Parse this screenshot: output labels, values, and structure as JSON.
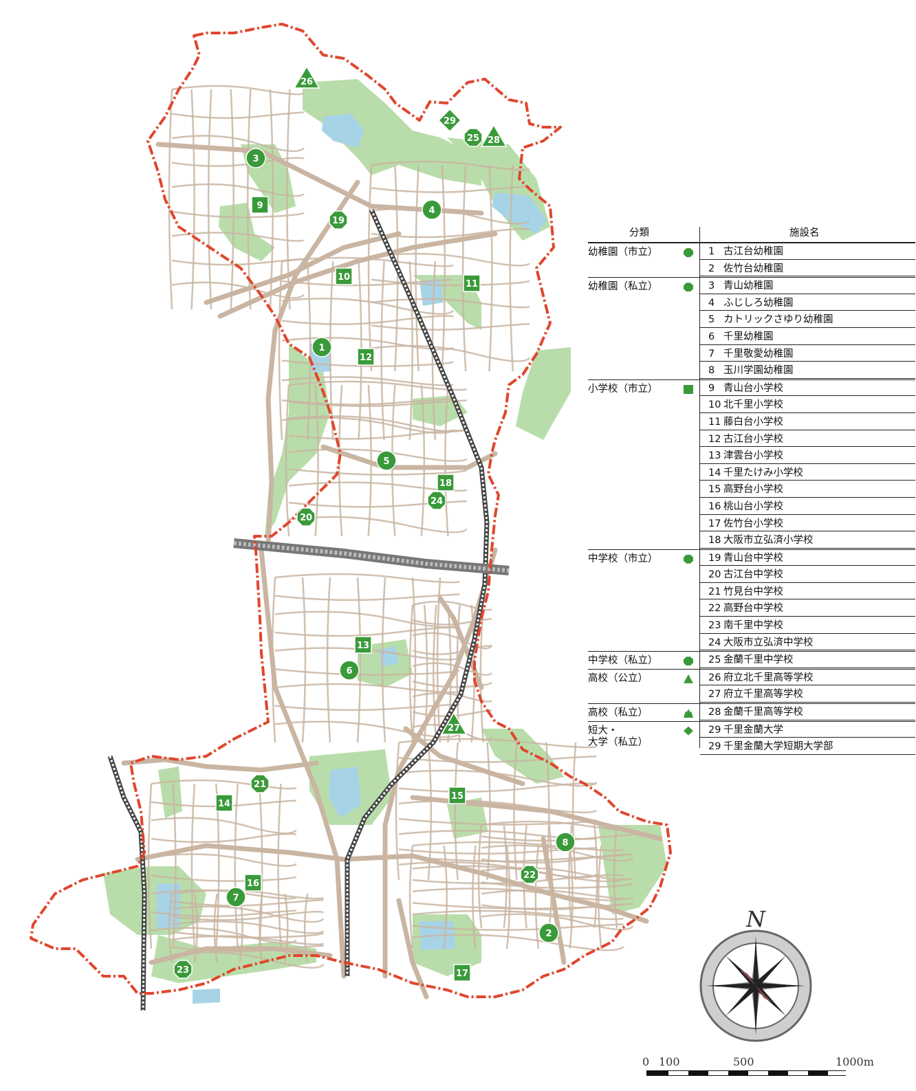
{
  "map": {
    "markers": [
      {
        "num": "1",
        "shape": "circle"
      },
      {
        "num": "2",
        "shape": "circle"
      },
      {
        "num": "3",
        "shape": "circle"
      },
      {
        "num": "4",
        "shape": "circle"
      },
      {
        "num": "5",
        "shape": "circle"
      },
      {
        "num": "6",
        "shape": "circle"
      },
      {
        "num": "7",
        "shape": "circle"
      },
      {
        "num": "8",
        "shape": "circle"
      },
      {
        "num": "9",
        "shape": "square"
      },
      {
        "num": "10",
        "shape": "square"
      },
      {
        "num": "11",
        "shape": "square"
      },
      {
        "num": "12",
        "shape": "square"
      },
      {
        "num": "13",
        "shape": "square"
      },
      {
        "num": "14",
        "shape": "square"
      },
      {
        "num": "15",
        "shape": "square"
      },
      {
        "num": "16",
        "shape": "square"
      },
      {
        "num": "17",
        "shape": "square"
      },
      {
        "num": "18",
        "shape": "square"
      },
      {
        "num": "19",
        "shape": "octagon"
      },
      {
        "num": "20",
        "shape": "octagon"
      },
      {
        "num": "21",
        "shape": "octagon"
      },
      {
        "num": "22",
        "shape": "octagon"
      },
      {
        "num": "23",
        "shape": "octagon"
      },
      {
        "num": "24",
        "shape": "octagon"
      },
      {
        "num": "25",
        "shape": "octagon"
      },
      {
        "num": "26",
        "shape": "triangle"
      },
      {
        "num": "27",
        "shape": "triangle"
      },
      {
        "num": "28",
        "shape": "triangle"
      },
      {
        "num": "29",
        "shape": "diamond"
      }
    ],
    "colors": {
      "boundary": "#e0462c",
      "park": "#b9ddaa",
      "road": "#c9b5a2",
      "water": "#a7d3e6",
      "marker": "#3a9a3a"
    }
  },
  "legend": {
    "header_category": "分類",
    "header_facility": "施設名",
    "rows": [
      {
        "category": "幼稚園（市立）",
        "symbol": "octagon",
        "num": "1",
        "name": "古江台幼稚園"
      },
      {
        "category": "",
        "symbol": "",
        "num": "2",
        "name": "佐竹台幼稚園"
      },
      {
        "category": "幼稚園（私立）",
        "symbol": "octagon",
        "num": "3",
        "name": "青山幼稚園"
      },
      {
        "category": "",
        "symbol": "",
        "num": "4",
        "name": "ふじしろ幼稚園"
      },
      {
        "category": "",
        "symbol": "",
        "num": "5",
        "name": "カトリックさゆり幼稚園"
      },
      {
        "category": "",
        "symbol": "",
        "num": "6",
        "name": "千里幼稚園"
      },
      {
        "category": "",
        "symbol": "",
        "num": "7",
        "name": "千里敬愛幼稚園"
      },
      {
        "category": "",
        "symbol": "",
        "num": "8",
        "name": "玉川学園幼稚園"
      },
      {
        "category": "小学校（市立）",
        "symbol": "square",
        "num": "9",
        "name": "青山台小学校"
      },
      {
        "category": "",
        "symbol": "",
        "num": "10",
        "name": "北千里小学校"
      },
      {
        "category": "",
        "symbol": "",
        "num": "11",
        "name": "藤白台小学校"
      },
      {
        "category": "",
        "symbol": "",
        "num": "12",
        "name": "古江台小学校"
      },
      {
        "category": "",
        "symbol": "",
        "num": "13",
        "name": "津雲台小学校"
      },
      {
        "category": "",
        "symbol": "",
        "num": "14",
        "name": "千里たけみ小学校"
      },
      {
        "category": "",
        "symbol": "",
        "num": "15",
        "name": "高野台小学校"
      },
      {
        "category": "",
        "symbol": "",
        "num": "16",
        "name": "桃山台小学校"
      },
      {
        "category": "",
        "symbol": "",
        "num": "17",
        "name": "佐竹台小学校"
      },
      {
        "category": "",
        "symbol": "",
        "num": "18",
        "name": "大阪市立弘済小学校"
      },
      {
        "category": "中学校（市立）",
        "symbol": "octagon",
        "num": "19",
        "name": "青山台中学校"
      },
      {
        "category": "",
        "symbol": "",
        "num": "20",
        "name": "古江台中学校"
      },
      {
        "category": "",
        "symbol": "",
        "num": "21",
        "name": "竹見台中学校"
      },
      {
        "category": "",
        "symbol": "",
        "num": "22",
        "name": "高野台中学校"
      },
      {
        "category": "",
        "symbol": "",
        "num": "23",
        "name": "南千里中学校"
      },
      {
        "category": "",
        "symbol": "",
        "num": "24",
        "name": "大阪市立弘済中学校"
      },
      {
        "category": "中学校（私立）",
        "symbol": "octagon",
        "num": "25",
        "name": "金蘭千里中学校"
      },
      {
        "category": "高校（公立）",
        "symbol": "triangle",
        "num": "26",
        "name": "府立北千里高等学校"
      },
      {
        "category": "",
        "symbol": "",
        "num": "27",
        "name": "府立千里高等学校"
      },
      {
        "category": "高校（私立）",
        "symbol": "triangle2",
        "num": "28",
        "name": "金蘭千里高等学校"
      },
      {
        "category": "短大・\n大学（私立）",
        "symbol": "diamond",
        "num": "29",
        "name": "千里金蘭大学"
      },
      {
        "category": "",
        "symbol": "",
        "num": "29",
        "name": "千里金蘭大学短期大学部"
      }
    ]
  },
  "compass": {
    "north": "N"
  },
  "scale": {
    "labels": [
      "0",
      "100",
      "500",
      "1000m"
    ]
  }
}
